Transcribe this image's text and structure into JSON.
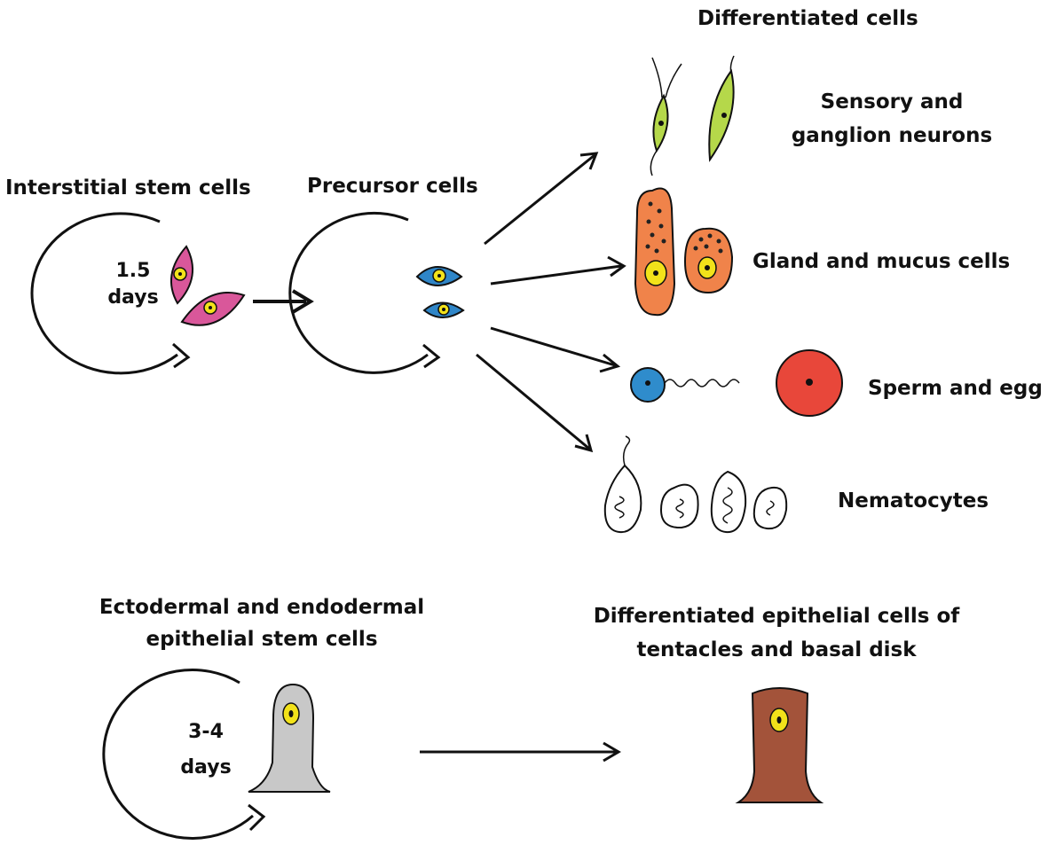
{
  "top": {
    "differentiated_heading": "Differentiated cells",
    "interstitial_label": "Interstitial stem cells",
    "interstitial_cycle_value": "1.5",
    "interstitial_cycle_unit": "days",
    "precursor_label": "Precursor cells",
    "fates": [
      {
        "label_line1": "Sensory and",
        "label_line2": "ganglion neurons"
      },
      {
        "label": "Gland and mucus cells"
      },
      {
        "label": "Sperm and egg"
      },
      {
        "label": "Nematocytes"
      }
    ]
  },
  "bottom": {
    "epithelial_label_line1": "Ectodermal and endodermal",
    "epithelial_label_line2": "epithelial stem cells",
    "epithelial_cycle_value": "3-4",
    "epithelial_cycle_unit": "days",
    "differentiated_label_line1": "Differentiated epithelial cells of",
    "differentiated_label_line2": "tentacles and basal disk"
  },
  "colors": {
    "interstitial_cell": "#d9579a",
    "precursor_cell": "#2f86c8",
    "nucleus": "#f2e21a",
    "neuron": "#b5d84a",
    "gland_cell": "#f0834a",
    "sperm": "#2f8ccc",
    "egg": "#e8473a",
    "epithelial_stem": "#c8c8c8",
    "epithelial_diff": "#a3533a"
  }
}
